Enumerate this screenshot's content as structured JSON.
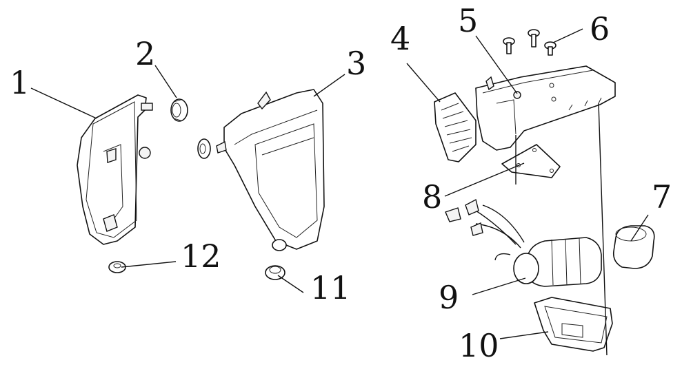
{
  "diagram": {
    "callouts": [
      {
        "id": "c1",
        "label": "1"
      },
      {
        "id": "c2",
        "label": "2"
      },
      {
        "id": "c3",
        "label": "3"
      },
      {
        "id": "c4",
        "label": "4"
      },
      {
        "id": "c5",
        "label": "5"
      },
      {
        "id": "c6",
        "label": "6"
      },
      {
        "id": "c7",
        "label": "7"
      },
      {
        "id": "c8",
        "label": "8"
      },
      {
        "id": "c9",
        "label": "9"
      },
      {
        "id": "c10",
        "label": "10"
      },
      {
        "id": "c11",
        "label": "11"
      },
      {
        "id": "c12",
        "label": "12"
      }
    ],
    "colors": {
      "line": "#111111",
      "background": "#ffffff"
    }
  }
}
